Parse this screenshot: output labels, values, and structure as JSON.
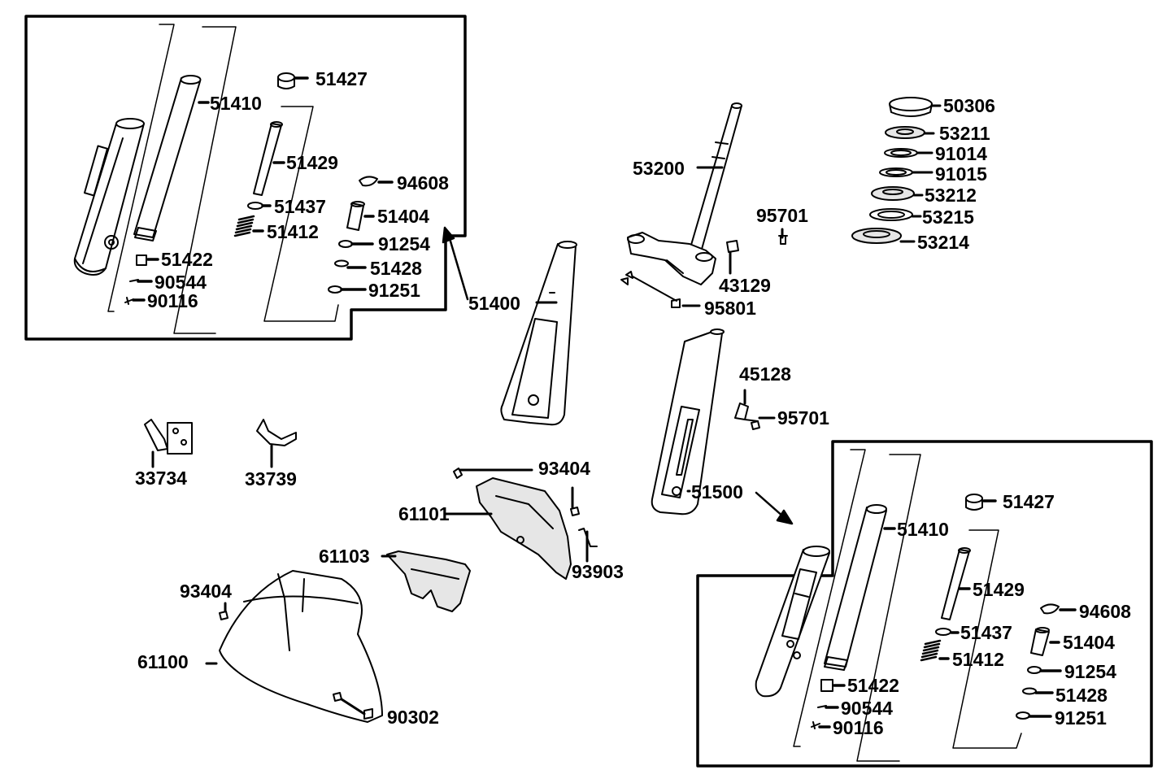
{
  "labels": {
    "a_51427": "51427",
    "a_51410": "51410",
    "a_51429": "51429",
    "a_94608": "94608",
    "a_51437": "51437",
    "a_51404": "51404",
    "a_51412": "51412",
    "a_91254": "91254",
    "a_51422": "51422",
    "a_51428": "51428",
    "a_90544": "90544",
    "a_91251": "91251",
    "a_90116": "90116",
    "p_51400": "51400",
    "p_53200": "53200",
    "p_95701a": "95701",
    "p_43129": "43129",
    "p_95801": "95801",
    "p_50306": "50306",
    "p_53211": "53211",
    "p_91014": "91014",
    "p_91015": "91015",
    "p_53212": "53212",
    "p_53215": "53215",
    "p_53214": "53214",
    "p_45128": "45128",
    "p_95701b": "95701",
    "p_51500": "51500",
    "p_33734": "33734",
    "p_33739": "33739",
    "p_93404a": "93404",
    "p_61101": "61101",
    "p_61103": "61103",
    "p_93903": "93903",
    "p_93404b": "93404",
    "p_61100": "61100",
    "p_90302": "90302",
    "b_51427": "51427",
    "b_51410": "51410",
    "b_51429": "51429",
    "b_94608": "94608",
    "b_51437": "51437",
    "b_51404": "51404",
    "b_51412": "51412",
    "b_91254": "91254",
    "b_51422": "51422",
    "b_51428": "51428",
    "b_90544": "90544",
    "b_91251": "91251",
    "b_90116": "90116"
  },
  "colors": {
    "ink": "#000000",
    "part_fill": "#ffffff",
    "shade": "#e6e6e6"
  }
}
